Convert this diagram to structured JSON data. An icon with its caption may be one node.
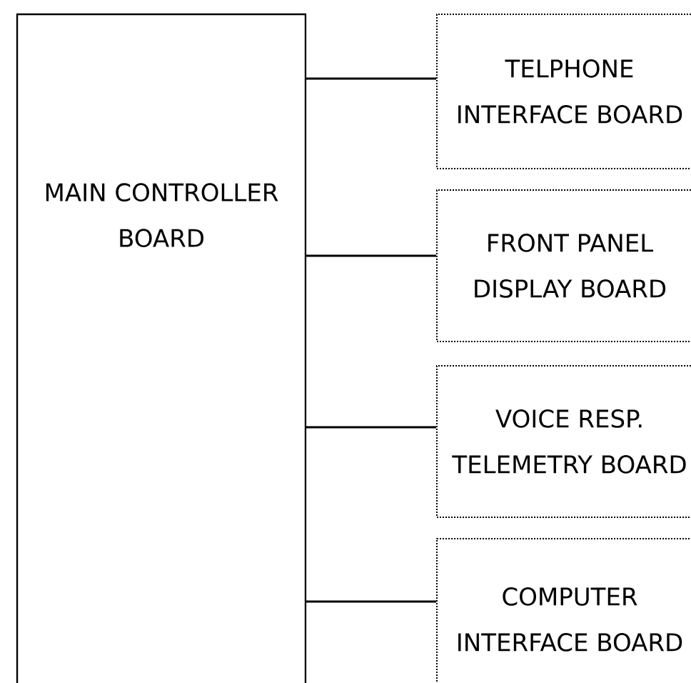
{
  "diagram": {
    "nodes": [
      {
        "text": [
          "MAIN CONTROLLER BOARD"
        ]
      },
      {
        "text": [
          "TELPHONE INTERFACE BOARD"
        ]
      },
      {
        "text": [
          "FRONT PANEL DISPLAY BOARD"
        ]
      },
      {
        "text": [
          "VOICE RESP. TELEMETRY BOARD"
        ]
      },
      {
        "text": [
          "COMPUTER INTERFACE BOARD"
        ]
      }
    ],
    "edges": [
      {
        "from": 0,
        "to": 1,
        "arrow": "none"
      },
      {
        "from": 0,
        "to": 2,
        "arrow": "none"
      },
      {
        "from": 0,
        "to": 3,
        "arrow": "none"
      },
      {
        "from": 0,
        "to": 4,
        "arrow": "none"
      }
    ]
  }
}
